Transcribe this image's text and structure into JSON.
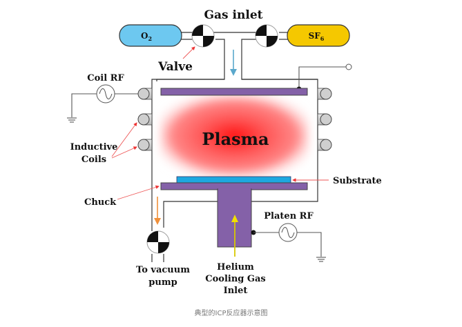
{
  "title": "Gas inlet",
  "gases": {
    "left": {
      "formula": "O",
      "subscript": "2",
      "color": "#6dc8f0"
    },
    "right": {
      "formula": "SF",
      "subscript": "6",
      "color": "#f5c800"
    }
  },
  "labels": {
    "valve": "Valve",
    "coil_rf": "Coil RF",
    "inductive_coils_line1": "Inductive",
    "inductive_coils_line2": "Coils",
    "plasma": "Plasma",
    "substrate": "Substrate",
    "chuck": "Chuck",
    "platen_rf": "Platen RF",
    "vacuum_line1": "To vacuum",
    "vacuum_line2": "pump",
    "helium_line1": "Helium",
    "helium_line2": "Cooling Gas",
    "helium_line3": "Inlet"
  },
  "caption": "典型的ICP反应器示意图",
  "colors": {
    "electrode": "#8461a8",
    "substrate": "#1ea8e0",
    "plasma_core": "#ff1a1a",
    "gas_flow_arrow": "#5aa8cc",
    "vacuum_arrow": "#f0903a",
    "helium_arrow": "#f2e000",
    "pointer": "#ee4444"
  }
}
